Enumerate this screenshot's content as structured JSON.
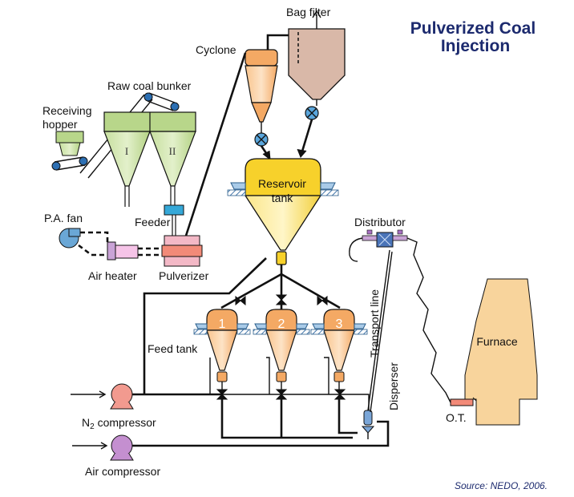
{
  "title": {
    "line1": "Pulverized Coal",
    "line2": "Injection"
  },
  "source": "Source: NEDO, 2006.",
  "labels": {
    "bag_filter": "Bag filter",
    "cyclone": "Cyclone",
    "raw_coal_bunker": "Raw coal bunker",
    "receiving_hopper_line1": "Receiving",
    "receiving_hopper_line2": "hopper",
    "reservoir_line1": "Reservoir",
    "reservoir_line2": "tank",
    "pa_fan": "P.A. fan",
    "feeder": "Feeder",
    "air_heater": "Air heater",
    "pulverizer": "Pulverizer",
    "distributor": "Distributor",
    "transport_line": "Transport line",
    "disperser": "Disperser",
    "feed_tank": "Feed tank",
    "furnace": "Furnace",
    "ot": "O.T.",
    "n2_compressor_main": "N",
    "n2_compressor_sub": "2",
    "n2_compressor_rest": " compressor",
    "air_compressor": "Air compressor"
  },
  "bunker_compartments": [
    "I",
    "II"
  ],
  "feed_tanks": [
    "1",
    "2",
    "3"
  ],
  "colors": {
    "title": "#1c2a6e",
    "bunker": "#b8d68a",
    "bunker_light": "#d6e9b3",
    "orange": "#f4a964",
    "orange_light": "#fbd6ad",
    "yellow": "#f7d12b",
    "bag_filter": "#d9b8a8",
    "furnace": "#f8d49c",
    "pink": "#f3b8c6",
    "salmon": "#f28a78",
    "blue": "#6aa7d6",
    "purple": "#c9a3d6",
    "cyan": "#35a8d8"
  }
}
